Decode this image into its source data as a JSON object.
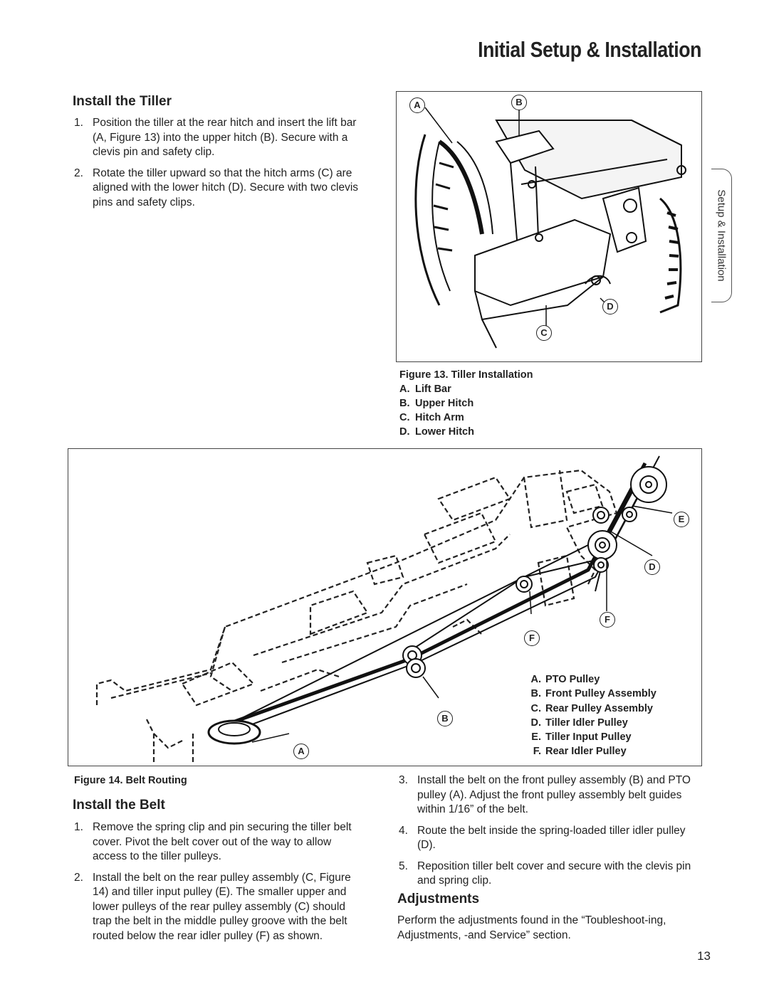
{
  "header": {
    "title": "Initial Setup & Installation"
  },
  "side_tab": {
    "label": "Setup & Installation"
  },
  "install_tiller": {
    "title": "Install the Tiller",
    "steps": [
      {
        "num": "1.",
        "text": "Position the tiller at the rear hitch and insert the lift bar (A, Figure 13) into the upper hitch (B). Secure with a clevis pin and safety clip."
      },
      {
        "num": "2.",
        "text": "Rotate the tiller upward so that the hitch arms (C) are aligned with the lower hitch (D). Secure with two clevis pins and safety clips."
      }
    ]
  },
  "figure13": {
    "callouts": {
      "a": "A",
      "b": "B",
      "c": "C",
      "d": "D"
    },
    "caption_title": "Figure 13. Tiller Installation",
    "legend": [
      {
        "key": "A.",
        "label": "Lift Bar"
      },
      {
        "key": "B.",
        "label": "Upper Hitch"
      },
      {
        "key": "C.",
        "label": "Hitch Arm"
      },
      {
        "key": "D.",
        "label": "Lower Hitch"
      }
    ]
  },
  "figure14": {
    "callouts": {
      "a": "A",
      "b": "B",
      "d": "D",
      "e": "E",
      "f1": "F",
      "f2": "F"
    },
    "legend": [
      {
        "key": "A.",
        "label": "PTO Pulley"
      },
      {
        "key": "B.",
        "label": "Front Pulley Assembly"
      },
      {
        "key": "C.",
        "label": "Rear Pulley Assembly"
      },
      {
        "key": "D.",
        "label": "Tiller Idler Pulley"
      },
      {
        "key": "E.",
        "label": "Tiller Input Pulley"
      },
      {
        "key": "F.",
        "label": "Rear Idler Pulley"
      }
    ],
    "caption_title": "Figure 14. Belt Routing"
  },
  "install_belt": {
    "title": "Install the Belt",
    "steps": [
      {
        "num": "1.",
        "text": "Remove the spring clip and pin securing the tiller belt cover. Pivot the belt cover out of the way to allow access to the tiller pulleys."
      },
      {
        "num": "2.",
        "text": "Install the belt on the rear pulley assembly (C, Figure 14) and tiller input pulley (E). The smaller upper and lower pulleys of the rear pulley assembly (C) should trap the belt in the middle pulley groove with the belt routed below the rear idler pulley (F) as shown."
      }
    ],
    "steps_right": [
      {
        "num": "3.",
        "text": "Install the belt on the front pulley assembly (B) and PTO pulley (A). Adjust the front pulley assembly belt guides within 1/16” of the belt."
      },
      {
        "num": "4.",
        "text": "Route the belt inside the spring-loaded tiller idler pulley (D)."
      },
      {
        "num": "5.",
        "text": "Reposition tiller belt cover and secure with the clevis pin and spring clip."
      }
    ]
  },
  "adjustments": {
    "title": "Adjustments",
    "text": "Perform the adjustments found in the “Toubleshoot-ing, Adjustments, -and Service” section."
  },
  "page_number": "13"
}
